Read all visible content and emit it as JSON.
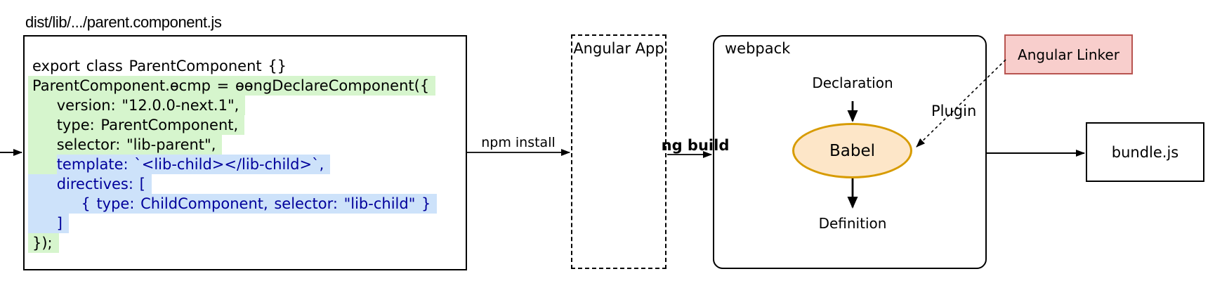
{
  "file_label": "dist/lib/.../parent.component.js",
  "code": {
    "lines": [
      [
        {
          "t": "export class ParentComponent {}",
          "h": "none",
          "c": "default"
        }
      ],
      [
        {
          "t": "ParentComponent.ɵcmp = ɵɵngDeclareComponent({",
          "h": "green",
          "c": "default"
        }
      ],
      [
        {
          "t": "    version: \"12.0.0-next.1\",",
          "h": "green",
          "c": "default"
        }
      ],
      [
        {
          "t": "    type: ParentComponent,",
          "h": "green",
          "c": "default"
        }
      ],
      [
        {
          "t": "    selector: \"lib-parent\",",
          "h": "green",
          "c": "default"
        }
      ],
      [
        {
          "t": "    ",
          "h": "green",
          "c": "default"
        },
        {
          "t": "template: `<lib-child></lib-child>`,",
          "h": "blue",
          "c": "blue"
        }
      ],
      [
        {
          "t": "    directives: [",
          "h": "blue",
          "c": "blue"
        }
      ],
      [
        {
          "t": "        { type: ChildComponent, selector: \"lib-child\" }",
          "h": "blue",
          "c": "blue"
        }
      ],
      [
        {
          "t": "    ]",
          "h": "blue",
          "c": "blue"
        }
      ],
      [
        {
          "t": "});",
          "h": "green",
          "c": "default"
        }
      ]
    ]
  },
  "edges": {
    "npm_install": "npm install",
    "ng_build": "ng build",
    "plugin": "Plugin"
  },
  "angular_app": {
    "label": "Angular App"
  },
  "webpack": {
    "label": "webpack",
    "declaration": "Declaration",
    "babel": "Babel",
    "definition": "Definition"
  },
  "angular_linker": {
    "label": "Angular Linker"
  },
  "bundle": {
    "label": "bundle.js"
  },
  "colors": {
    "highlight_green": "#d6f5cd",
    "highlight_blue": "#cde2fa",
    "code_blue_text": "#00009b",
    "babel_fill": "#fde6c8",
    "babel_stroke": "#d79b00",
    "linker_fill": "#f8cecc",
    "linker_stroke": "#b85450",
    "line_color": "#000000"
  }
}
